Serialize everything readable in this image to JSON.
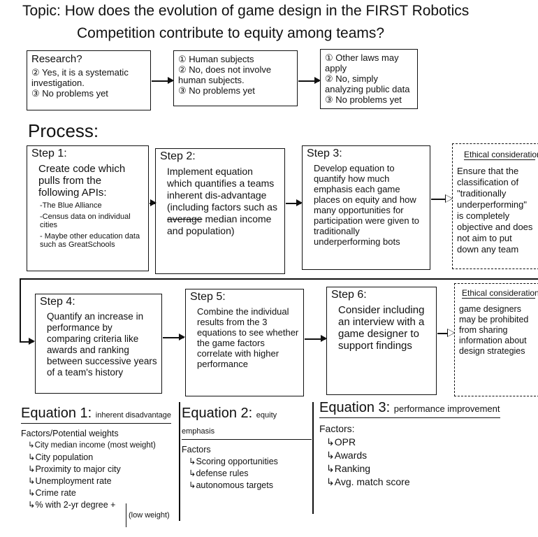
{
  "topic": {
    "line1": "Topic: How does the evolution of game design in the FIRST Robotics",
    "line2": "Competition contribute to equity among teams?"
  },
  "checks": [
    {
      "items": [
        "Research?",
        "② Yes, it is a systematic investigation.",
        "③ No problems yet"
      ]
    },
    {
      "items": [
        "① Human subjects",
        "② No, does not involve human subjects.",
        "③ No problems yet"
      ]
    },
    {
      "items": [
        "① Other laws may apply",
        "② No, simply analyzing public data",
        "③ No problems yet"
      ]
    }
  ],
  "process_label": "Process:",
  "steps": [
    {
      "title": "Step 1:",
      "body": "Create code which pulls from the following APIs:",
      "subs": [
        "-The Blue Alliance",
        "-Census data on individual cities",
        "- Maybe other education data such as GreatSchools"
      ]
    },
    {
      "title": "Step 2:",
      "body": "Implement equation which quantifies a teams inherent dis-advantage (including factors such as",
      "struck": "average",
      "body2": "median income and",
      "body3": "population)"
    },
    {
      "title": "Step 3:",
      "body": "Develop equation to quantify how much emphasis each game places on equity and how many opportunities for participation were given to traditionally underperforming bots"
    },
    {
      "title": "Step 4:",
      "body": "Quantify an increase in performance by comparing criteria like awards and ranking between successive years of a team's history"
    },
    {
      "title": "Step 5:",
      "body": "Combine the individual results from the 3 equations to see whether the game factors correlate with higher performance"
    },
    {
      "title": "Step 6:",
      "body": "Consider including an interview with a game designer to support findings"
    }
  ],
  "ethics": [
    {
      "title": "Ethical considerations",
      "body": "Ensure that the classification of \"traditionally underperforming\" is completely objective and does not aim to put down any team"
    },
    {
      "title": "Ethical considerations",
      "body": "game designers may be prohibited from sharing information about design strategies"
    }
  ],
  "equations": [
    {
      "title": "Equation 1:",
      "subtitle": "inherent disadvantage",
      "header": "Factors/Potential weights",
      "items": [
        "↳City median income (most weight)",
        "↳City population",
        "↳Proximity to major city",
        "↳Unemployment rate",
        "↳Crime rate",
        "↳% with 2-yr degree +"
      ],
      "note": "(low weight)"
    },
    {
      "title": "Equation 2:",
      "subtitle": "equity emphasis",
      "header": "Factors",
      "items": [
        "↳Scoring opportunities",
        "↳defense rules",
        "↳autonomous targets"
      ]
    },
    {
      "title": "Equation 3:",
      "subtitle": "performance improvement",
      "header": "Factors:",
      "items": [
        "↳OPR",
        "↳Awards",
        "↳Ranking",
        "↳Avg. match score"
      ]
    }
  ]
}
